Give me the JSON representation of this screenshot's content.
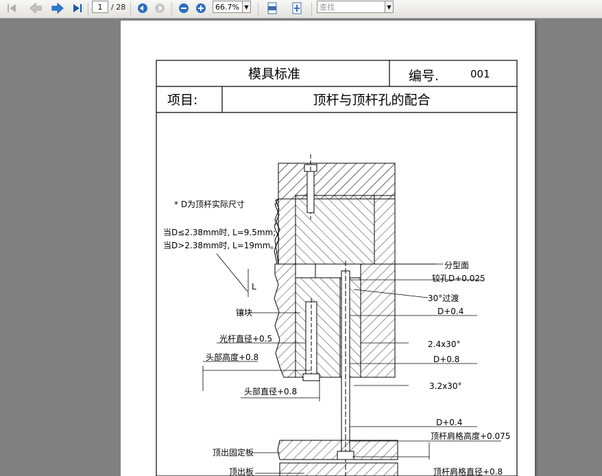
{
  "toolbar": {
    "page_current": "1",
    "page_total": "/ 28",
    "zoom": "66.7%",
    "search_placeholder": "查找",
    "icons": [
      "first-page-icon",
      "prev-page-icon",
      "next-page-icon",
      "last-page-icon",
      "back-icon",
      "forward-icon",
      "zoom-out-icon",
      "zoom-in-icon",
      "fit-width-icon",
      "fit-page-icon"
    ]
  },
  "doc": {
    "title": "模具标准",
    "number_label": "编号.",
    "number_value": "001",
    "item_label": "项目:",
    "item_value": "顶杆与顶杆孔的配合"
  },
  "notes": {
    "note1": "* D为顶杆实际尺寸",
    "note2": "当D≤2.38mm时, L=9.5mm;",
    "note3": "当D>2.38mm时, L=19mm。",
    "L": "L"
  },
  "labels_right": {
    "parting_face": "分型面",
    "reamed_hole": "铰孔D+0.025",
    "transition": "30°过渡",
    "d04_top": "D+0.4",
    "chamfer_24": "2.4x30°",
    "d08": "D+0.8",
    "chamfer_32": "3.2x30°",
    "d04_bottom": "D+0.4",
    "shoulder_height": "顶杆肩格高度+0.075",
    "shoulder_dia": "顶杆肩格直径+0.8"
  },
  "labels_left": {
    "insert": "镶块",
    "polished_dia": "光杆直径+0.5",
    "head_height": "头部高度+0.8",
    "head_dia": "头部直径+0.8",
    "retainer_plate": "顶出固定板",
    "ejector_plate": "顶出板"
  },
  "colors": {
    "toolbar_bg": "#e9e8e3",
    "viewer_bg": "#808080",
    "arrow_blue": "#2e7bd6"
  }
}
